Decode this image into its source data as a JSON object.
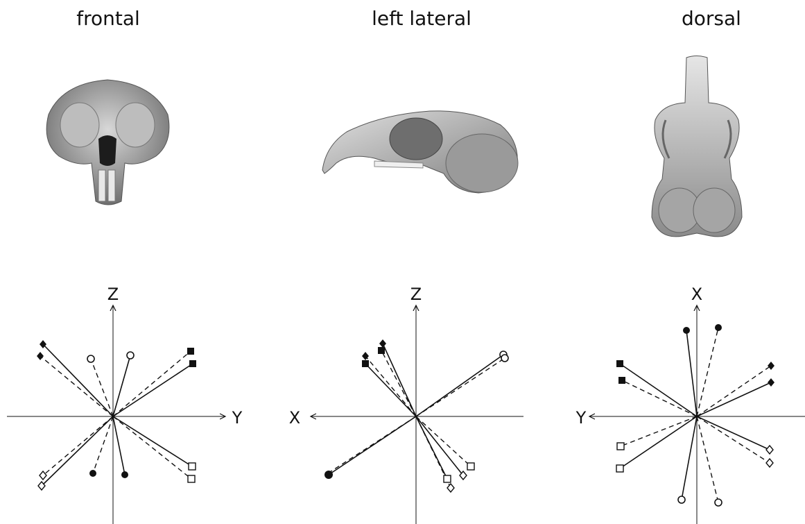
{
  "panels": [
    {
      "title": "frontal",
      "skull": "frontal-skull-photo",
      "axes": {
        "vertical": "Z",
        "horizontal": "Y",
        "horizontal_arrow": "right"
      }
    },
    {
      "title": "left lateral",
      "skull": "left-lateral-skull-photo",
      "axes": {
        "vertical": "Z",
        "horizontal": "X",
        "horizontal_arrow": "left"
      }
    },
    {
      "title": "dorsal",
      "skull": "dorsal-skull-photo",
      "axes": {
        "vertical": "X",
        "horizontal": "Y",
        "horizontal_arrow": "left"
      }
    }
  ],
  "line_styles": [
    "solid",
    "dashed"
  ],
  "marker_types": [
    "filled-diamond",
    "filled-square",
    "open-circle",
    "filled-circle",
    "open-square",
    "open-diamond"
  ]
}
